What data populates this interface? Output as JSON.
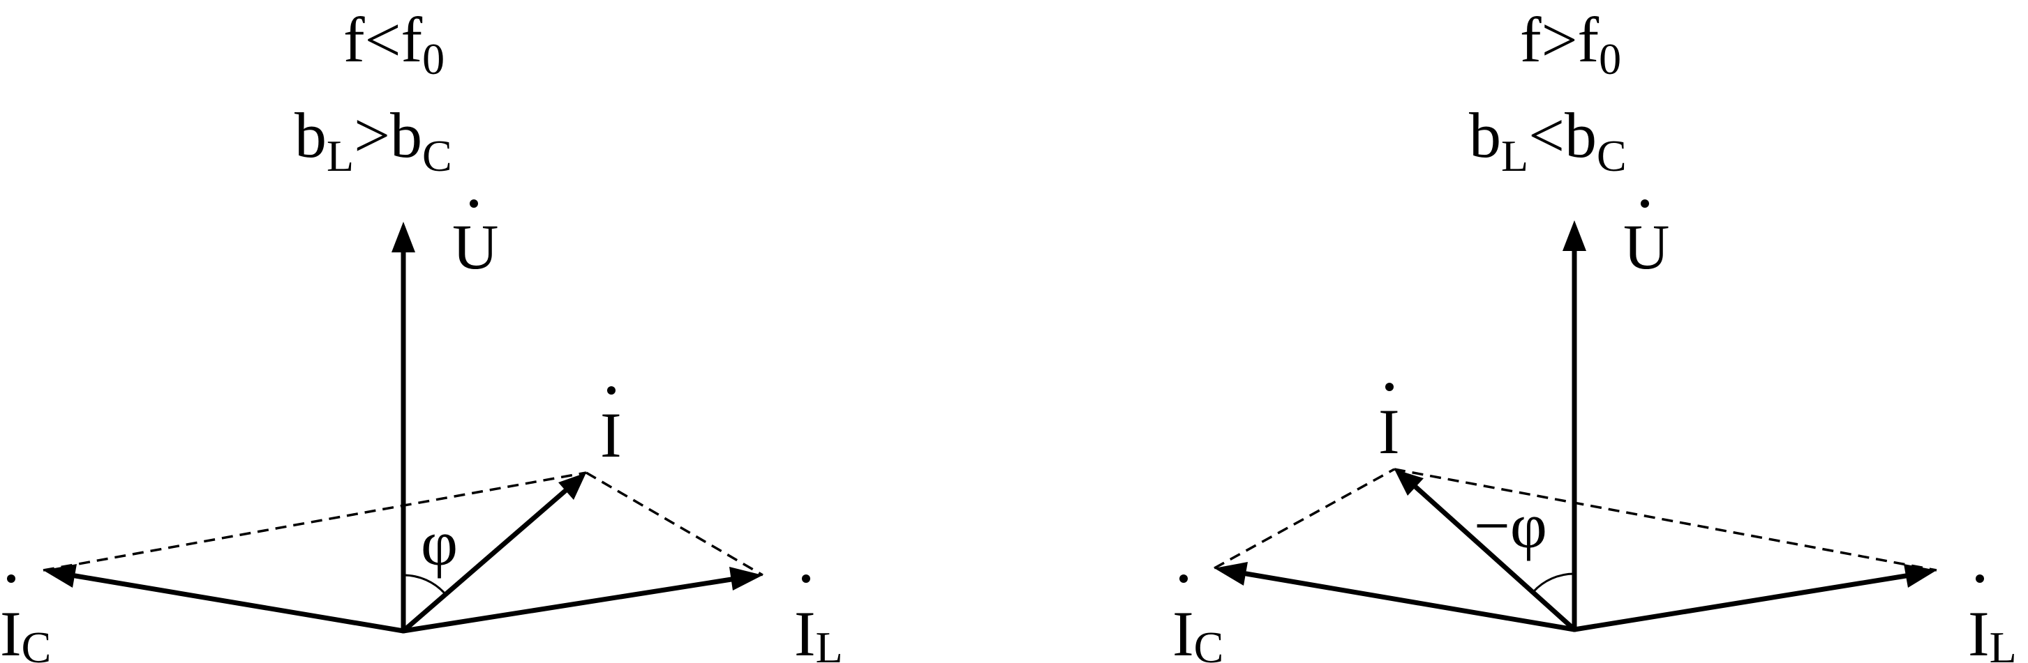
{
  "left_panel": {
    "condition_freq": {
      "f": "f",
      "rel": "<",
      "f0_base": "f",
      "f0_sub": "0"
    },
    "condition_susceptance": {
      "b1": "b",
      "b1_sub": "L",
      "rel": ">",
      "b2": "b",
      "b2_sub": "C"
    },
    "voltage_label": "U",
    "current_label": "I",
    "ic_label": "I",
    "ic_sub": "C",
    "il_label": "I",
    "il_sub": "L",
    "angle_label": "φ"
  },
  "right_panel": {
    "condition_freq": {
      "f": "f",
      "rel": ">",
      "f0_base": "f",
      "f0_sub": "0"
    },
    "condition_susceptance": {
      "b1": "b",
      "b1_sub": "L",
      "rel": "<",
      "b2": "b",
      "b2_sub": "C"
    },
    "voltage_label": "U",
    "current_label": "I",
    "ic_label": "I",
    "ic_sub": "C",
    "il_label": "I",
    "il_sub": "L",
    "angle_label": "−φ"
  }
}
